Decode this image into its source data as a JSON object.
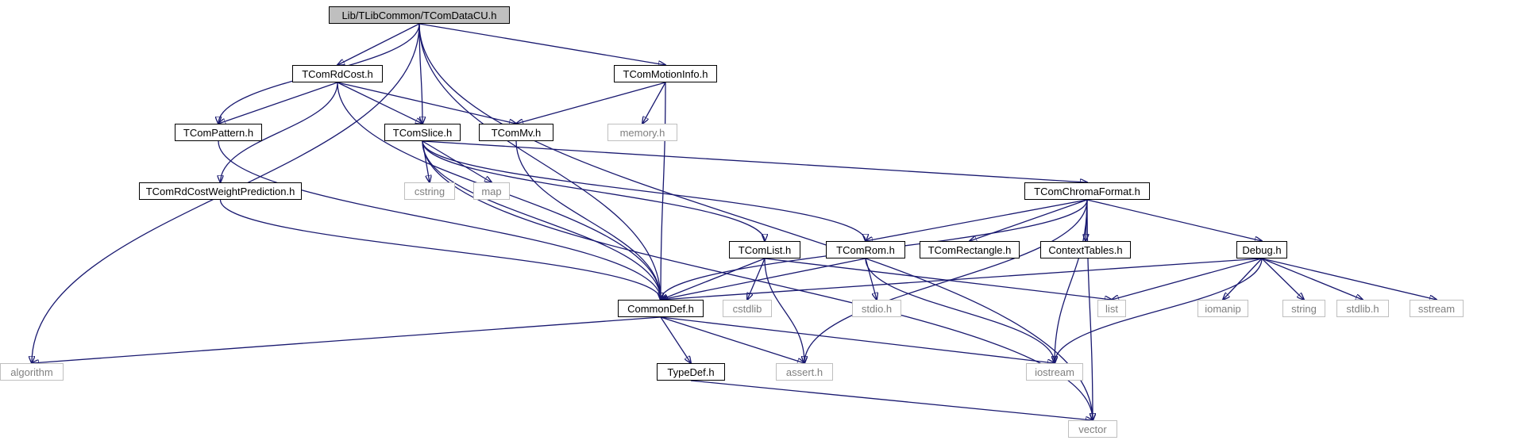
{
  "diagram": {
    "type": "include-dependency-graph",
    "colors": {
      "edge": "#191970",
      "root_fill": "#bfbfbf",
      "local_border": "#000000",
      "system_border": "#bfbfbf",
      "system_text": "#7f7f7f"
    },
    "nodes": [
      {
        "id": "root",
        "label": "Lib/TLibCommon/TComDataCU.h",
        "kind": "root"
      },
      {
        "id": "trdcost",
        "label": "TComRdCost.h",
        "kind": "local"
      },
      {
        "id": "tmotion",
        "label": "TComMotionInfo.h",
        "kind": "local"
      },
      {
        "id": "tpattern",
        "label": "TComPattern.h",
        "kind": "local"
      },
      {
        "id": "tslice",
        "label": "TComSlice.h",
        "kind": "local"
      },
      {
        "id": "tmv",
        "label": "TComMv.h",
        "kind": "local"
      },
      {
        "id": "memory",
        "label": "memory.h",
        "kind": "system"
      },
      {
        "id": "trdcwp",
        "label": "TComRdCostWeightPrediction.h",
        "kind": "local"
      },
      {
        "id": "cstring",
        "label": "cstring",
        "kind": "system"
      },
      {
        "id": "map",
        "label": "map",
        "kind": "system"
      },
      {
        "id": "tchroma",
        "label": "TComChromaFormat.h",
        "kind": "local"
      },
      {
        "id": "tlist",
        "label": "TComList.h",
        "kind": "local"
      },
      {
        "id": "trom",
        "label": "TComRom.h",
        "kind": "local"
      },
      {
        "id": "trect",
        "label": "TComRectangle.h",
        "kind": "local"
      },
      {
        "id": "ctxtab",
        "label": "ContextTables.h",
        "kind": "local"
      },
      {
        "id": "debug",
        "label": "Debug.h",
        "kind": "local"
      },
      {
        "id": "commondef",
        "label": "CommonDef.h",
        "kind": "local"
      },
      {
        "id": "cstdlib",
        "label": "cstdlib",
        "kind": "system"
      },
      {
        "id": "stdio",
        "label": "stdio.h",
        "kind": "system"
      },
      {
        "id": "list",
        "label": "list",
        "kind": "system"
      },
      {
        "id": "iomanip",
        "label": "iomanip",
        "kind": "system"
      },
      {
        "id": "string",
        "label": "string",
        "kind": "system"
      },
      {
        "id": "stdlib",
        "label": "stdlib.h",
        "kind": "system"
      },
      {
        "id": "sstream",
        "label": "sstream",
        "kind": "system"
      },
      {
        "id": "algorithm",
        "label": "algorithm",
        "kind": "system"
      },
      {
        "id": "typedef",
        "label": "TypeDef.h",
        "kind": "local"
      },
      {
        "id": "assert",
        "label": "assert.h",
        "kind": "system"
      },
      {
        "id": "iostream",
        "label": "iostream",
        "kind": "system"
      },
      {
        "id": "vector",
        "label": "vector",
        "kind": "system"
      }
    ],
    "edges": [
      [
        "root",
        "algorithm"
      ],
      [
        "root",
        "tpattern"
      ],
      [
        "root",
        "trdcost"
      ],
      [
        "root",
        "tslice"
      ],
      [
        "root",
        "commondef"
      ],
      [
        "root",
        "tmotion"
      ],
      [
        "root",
        "vector"
      ],
      [
        "trdcost",
        "tpattern"
      ],
      [
        "trdcost",
        "trdcwp"
      ],
      [
        "trdcost",
        "commondef"
      ],
      [
        "trdcost",
        "tslice"
      ],
      [
        "trdcost",
        "tmv"
      ],
      [
        "tmotion",
        "tmv"
      ],
      [
        "tmotion",
        "memory"
      ],
      [
        "tmotion",
        "commondef"
      ],
      [
        "tpattern",
        "commondef"
      ],
      [
        "tslice",
        "vector"
      ],
      [
        "tslice",
        "commondef"
      ],
      [
        "tslice",
        "cstring"
      ],
      [
        "tslice",
        "map"
      ],
      [
        "tslice",
        "tlist"
      ],
      [
        "tslice",
        "trom"
      ],
      [
        "tslice",
        "tchroma"
      ],
      [
        "tmv",
        "commondef"
      ],
      [
        "trdcwp",
        "commondef"
      ],
      [
        "tchroma",
        "commondef"
      ],
      [
        "tchroma",
        "trom"
      ],
      [
        "tchroma",
        "trect"
      ],
      [
        "tchroma",
        "ctxtab"
      ],
      [
        "tchroma",
        "debug"
      ],
      [
        "tchroma",
        "assert"
      ],
      [
        "tchroma",
        "iostream"
      ],
      [
        "tchroma",
        "vector"
      ],
      [
        "tlist",
        "commondef"
      ],
      [
        "tlist",
        "cstdlib"
      ],
      [
        "tlist",
        "assert"
      ],
      [
        "tlist",
        "list"
      ],
      [
        "trom",
        "commondef"
      ],
      [
        "trom",
        "stdio"
      ],
      [
        "trom",
        "iostream"
      ],
      [
        "debug",
        "commondef"
      ],
      [
        "debug",
        "list"
      ],
      [
        "debug",
        "iomanip"
      ],
      [
        "debug",
        "string"
      ],
      [
        "debug",
        "stdlib"
      ],
      [
        "debug",
        "sstream"
      ],
      [
        "debug",
        "iostream"
      ],
      [
        "commondef",
        "algorithm"
      ],
      [
        "commondef",
        "typedef"
      ],
      [
        "commondef",
        "assert"
      ],
      [
        "commondef",
        "iostream"
      ],
      [
        "typedef",
        "vector"
      ]
    ]
  }
}
